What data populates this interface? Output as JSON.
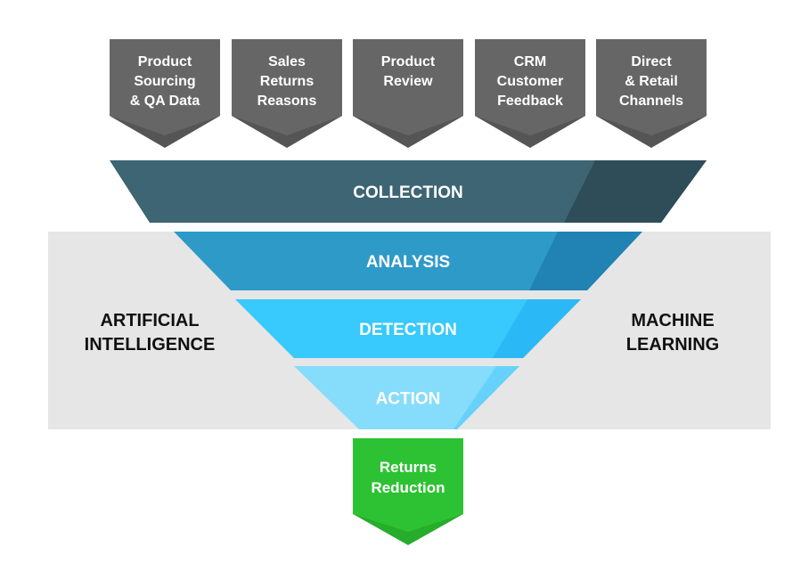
{
  "sources": [
    {
      "lines": [
        "Product",
        "Sourcing",
        "& QA Data"
      ]
    },
    {
      "lines": [
        "Sales",
        "Returns",
        "Reasons"
      ]
    },
    {
      "lines": [
        "Product",
        "Review"
      ]
    },
    {
      "lines": [
        "CRM",
        "Customer",
        "Feedback"
      ]
    },
    {
      "lines": [
        "Direct",
        "& Retail",
        "Channels"
      ]
    }
  ],
  "stages": [
    {
      "label": "COLLECTION"
    },
    {
      "label": "ANALYSIS"
    },
    {
      "label": "DETECTION"
    },
    {
      "label": "ACTION"
    }
  ],
  "side_labels": {
    "left": [
      "ARTIFICIAL",
      "INTELLIGENCE"
    ],
    "right": [
      "MACHINE",
      "LEARNING"
    ]
  },
  "outcome": {
    "lines": [
      "Returns",
      "Reduction"
    ]
  },
  "colors": {
    "source_box": "#666666",
    "source_shadow": "#555555",
    "band": "#e6e6e6",
    "collection": "#3e6573",
    "collection_dark": "#2e4d59",
    "analysis": "#2e9ac8",
    "analysis_dark": "#2182b4",
    "detection": "#38c9fd",
    "detection_dark": "#2bb8f6",
    "action": "#86dcfb",
    "action_dark": "#66d2fb",
    "outcome": "#2dc233",
    "outcome_dark": "#26ad2b"
  }
}
